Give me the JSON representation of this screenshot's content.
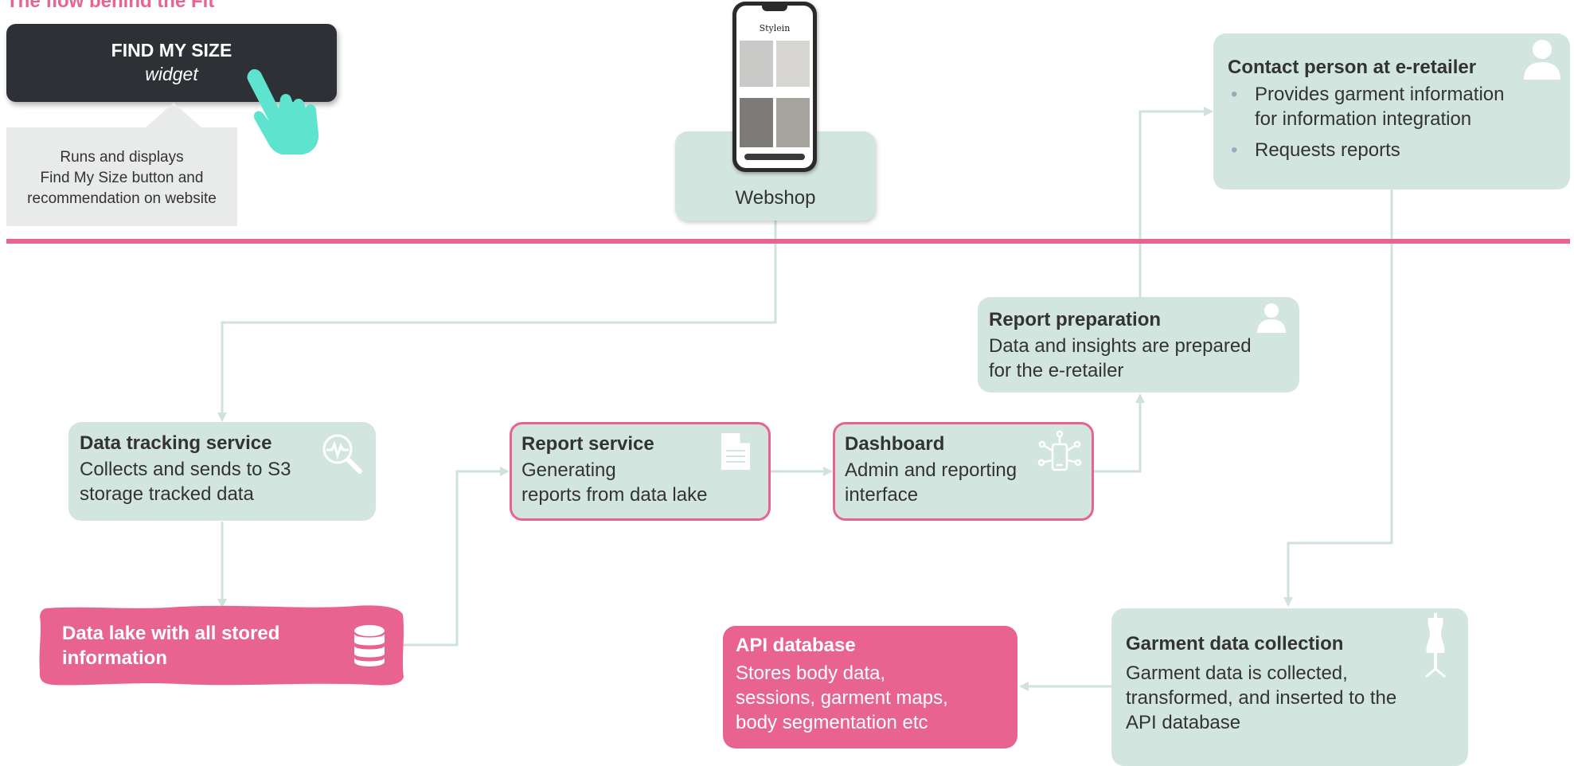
{
  "page_title": "The flow behind the Fit",
  "widget": {
    "title": "FIND MY SIZE",
    "subtitle": "widget",
    "callout": [
      "Runs and displays",
      "Find My Size button and",
      "recommendation on website"
    ]
  },
  "webshop": {
    "label": "Webshop",
    "phone_brand": "Stylein"
  },
  "nodes": {
    "contact": {
      "title": "Contact person at e-retailer",
      "bullets": [
        "Provides garment information",
        "for information integration",
        "Requests reports"
      ]
    },
    "report_prep": {
      "title": "Report preparation",
      "desc": [
        "Data and insights are prepared",
        "for the e-retailer"
      ]
    },
    "tracking": {
      "title": "Data tracking service",
      "desc": [
        "Collects and sends to S3",
        "storage tracked data"
      ]
    },
    "report_service": {
      "title": "Report service",
      "desc": [
        "Generating",
        "reports from data lake"
      ]
    },
    "dashboard": {
      "title": "Dashboard",
      "desc": [
        "Admin and reporting",
        "interface"
      ]
    },
    "data_lake": {
      "title": [
        "Data lake with all stored",
        "information"
      ]
    },
    "api_db": {
      "title": "API database",
      "desc": [
        "Stores body data,",
        "sessions, garment maps,",
        "body segmentation etc"
      ]
    },
    "garment": {
      "title": "Garment data collection",
      "desc": [
        "Garment data is collected,",
        "transformed, and inserted to the",
        "API database"
      ]
    }
  },
  "colors": {
    "accent_pink": "#e8638f",
    "node_mint": "#d3e5df",
    "connector": "#cfe3dc",
    "widget_dark": "#2d3034",
    "pointer_hand": "#5ee3cf"
  },
  "icons": {
    "widget": "pointing-hand-icon",
    "contact": "person-icon",
    "report_prep": "person-icon",
    "tracking": "analytics-magnifier-icon",
    "report_service": "document-icon",
    "dashboard": "mobile-network-icon",
    "data_lake": "database-icon",
    "garment": "dress-form-icon"
  }
}
